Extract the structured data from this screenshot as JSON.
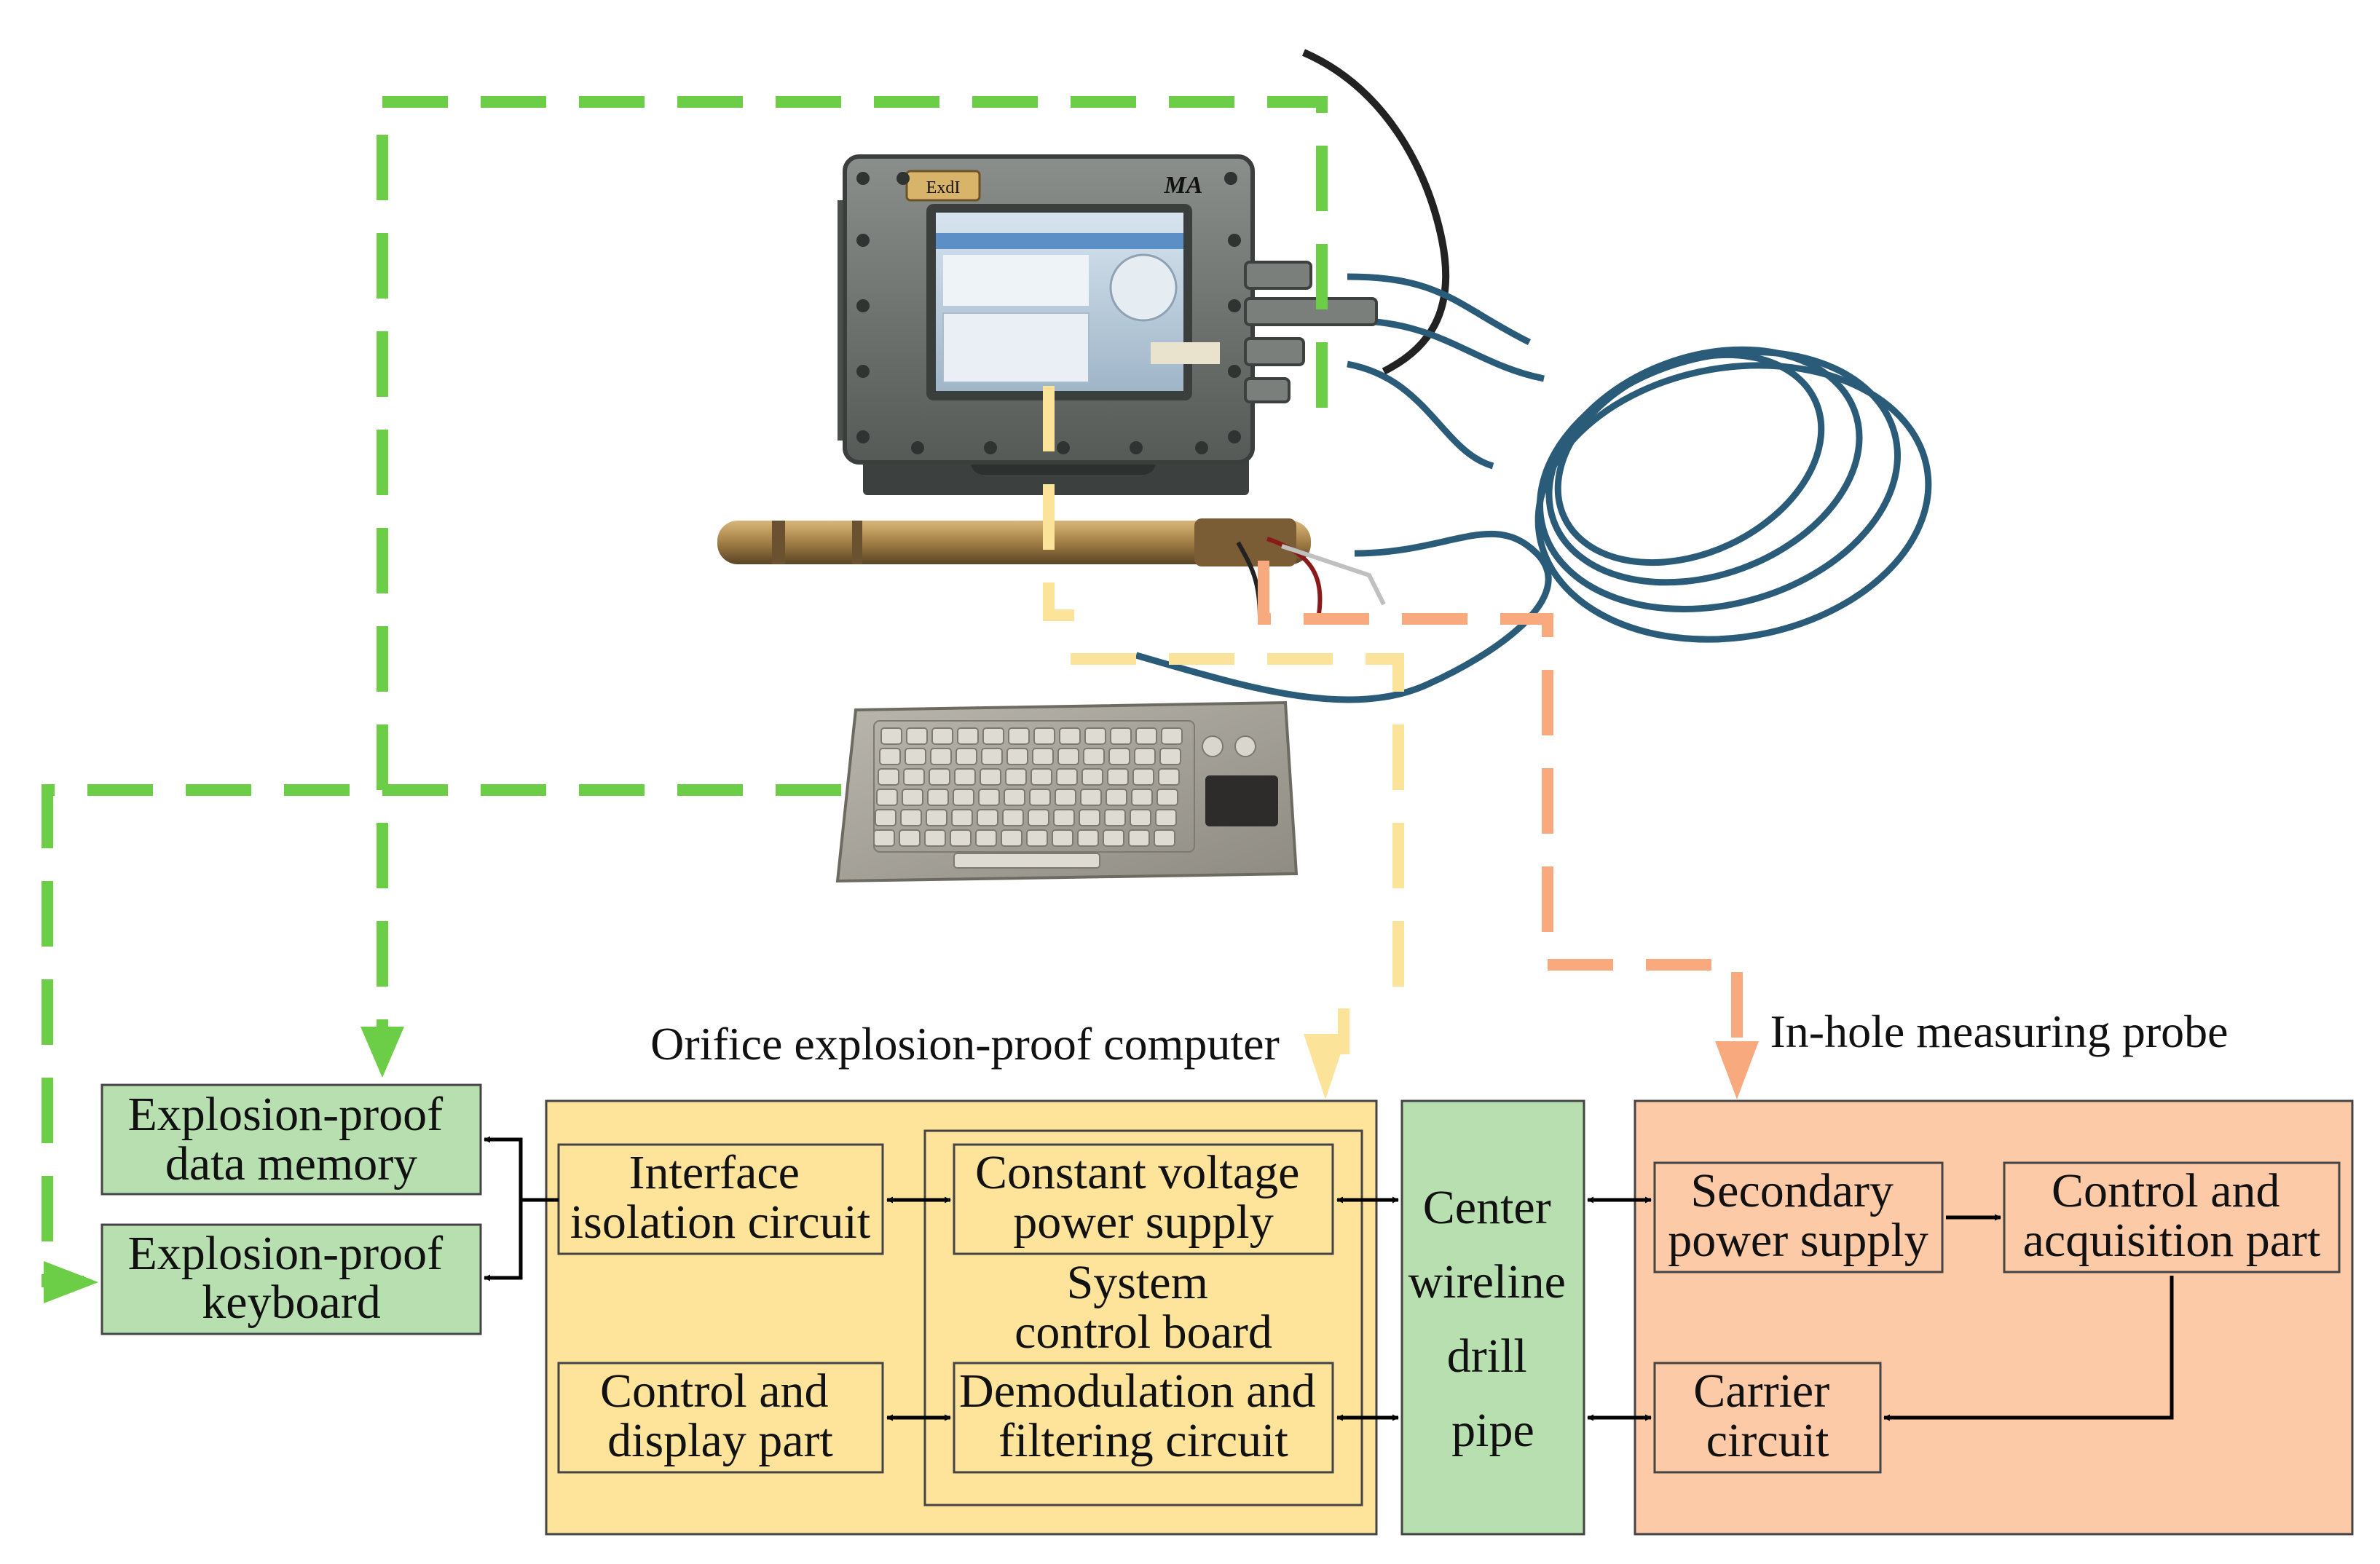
{
  "labels": {
    "computer_title": "Orifice explosion-proof computer",
    "probe_title": "In-hole measuring probe"
  },
  "blocks": {
    "memory": [
      "Explosion-proof",
      "data memory"
    ],
    "keyboard": [
      "Explosion-proof",
      "keyboard"
    ],
    "interface": [
      "Interface",
      "isolation circuit"
    ],
    "control_display": [
      "Control and",
      "display part"
    ],
    "cv_power": [
      "Constant voltage",
      "power supply"
    ],
    "system_board": [
      "System",
      "control board"
    ],
    "demod": [
      "Demodulation and",
      "filtering circuit"
    ],
    "wireline": [
      "Center",
      "wireline",
      "drill",
      "pipe"
    ],
    "secondary": [
      "Secondary",
      "power supply"
    ],
    "control_acq": [
      "Control and",
      "acquisition part"
    ],
    "carrier": [
      "Carrier",
      "circuit"
    ]
  },
  "photo": {
    "device_badge": "ExdI",
    "ma_mark": "MA"
  },
  "colors": {
    "green_fill": "#b8dfb0",
    "yellow_fill": "#fde49a",
    "orange_fill": "#fdcaa8",
    "green_dash": "#6ccd46",
    "yellow_dash": "#fbe39a",
    "orange_dash": "#f8a97d",
    "box_border": "#444444"
  }
}
